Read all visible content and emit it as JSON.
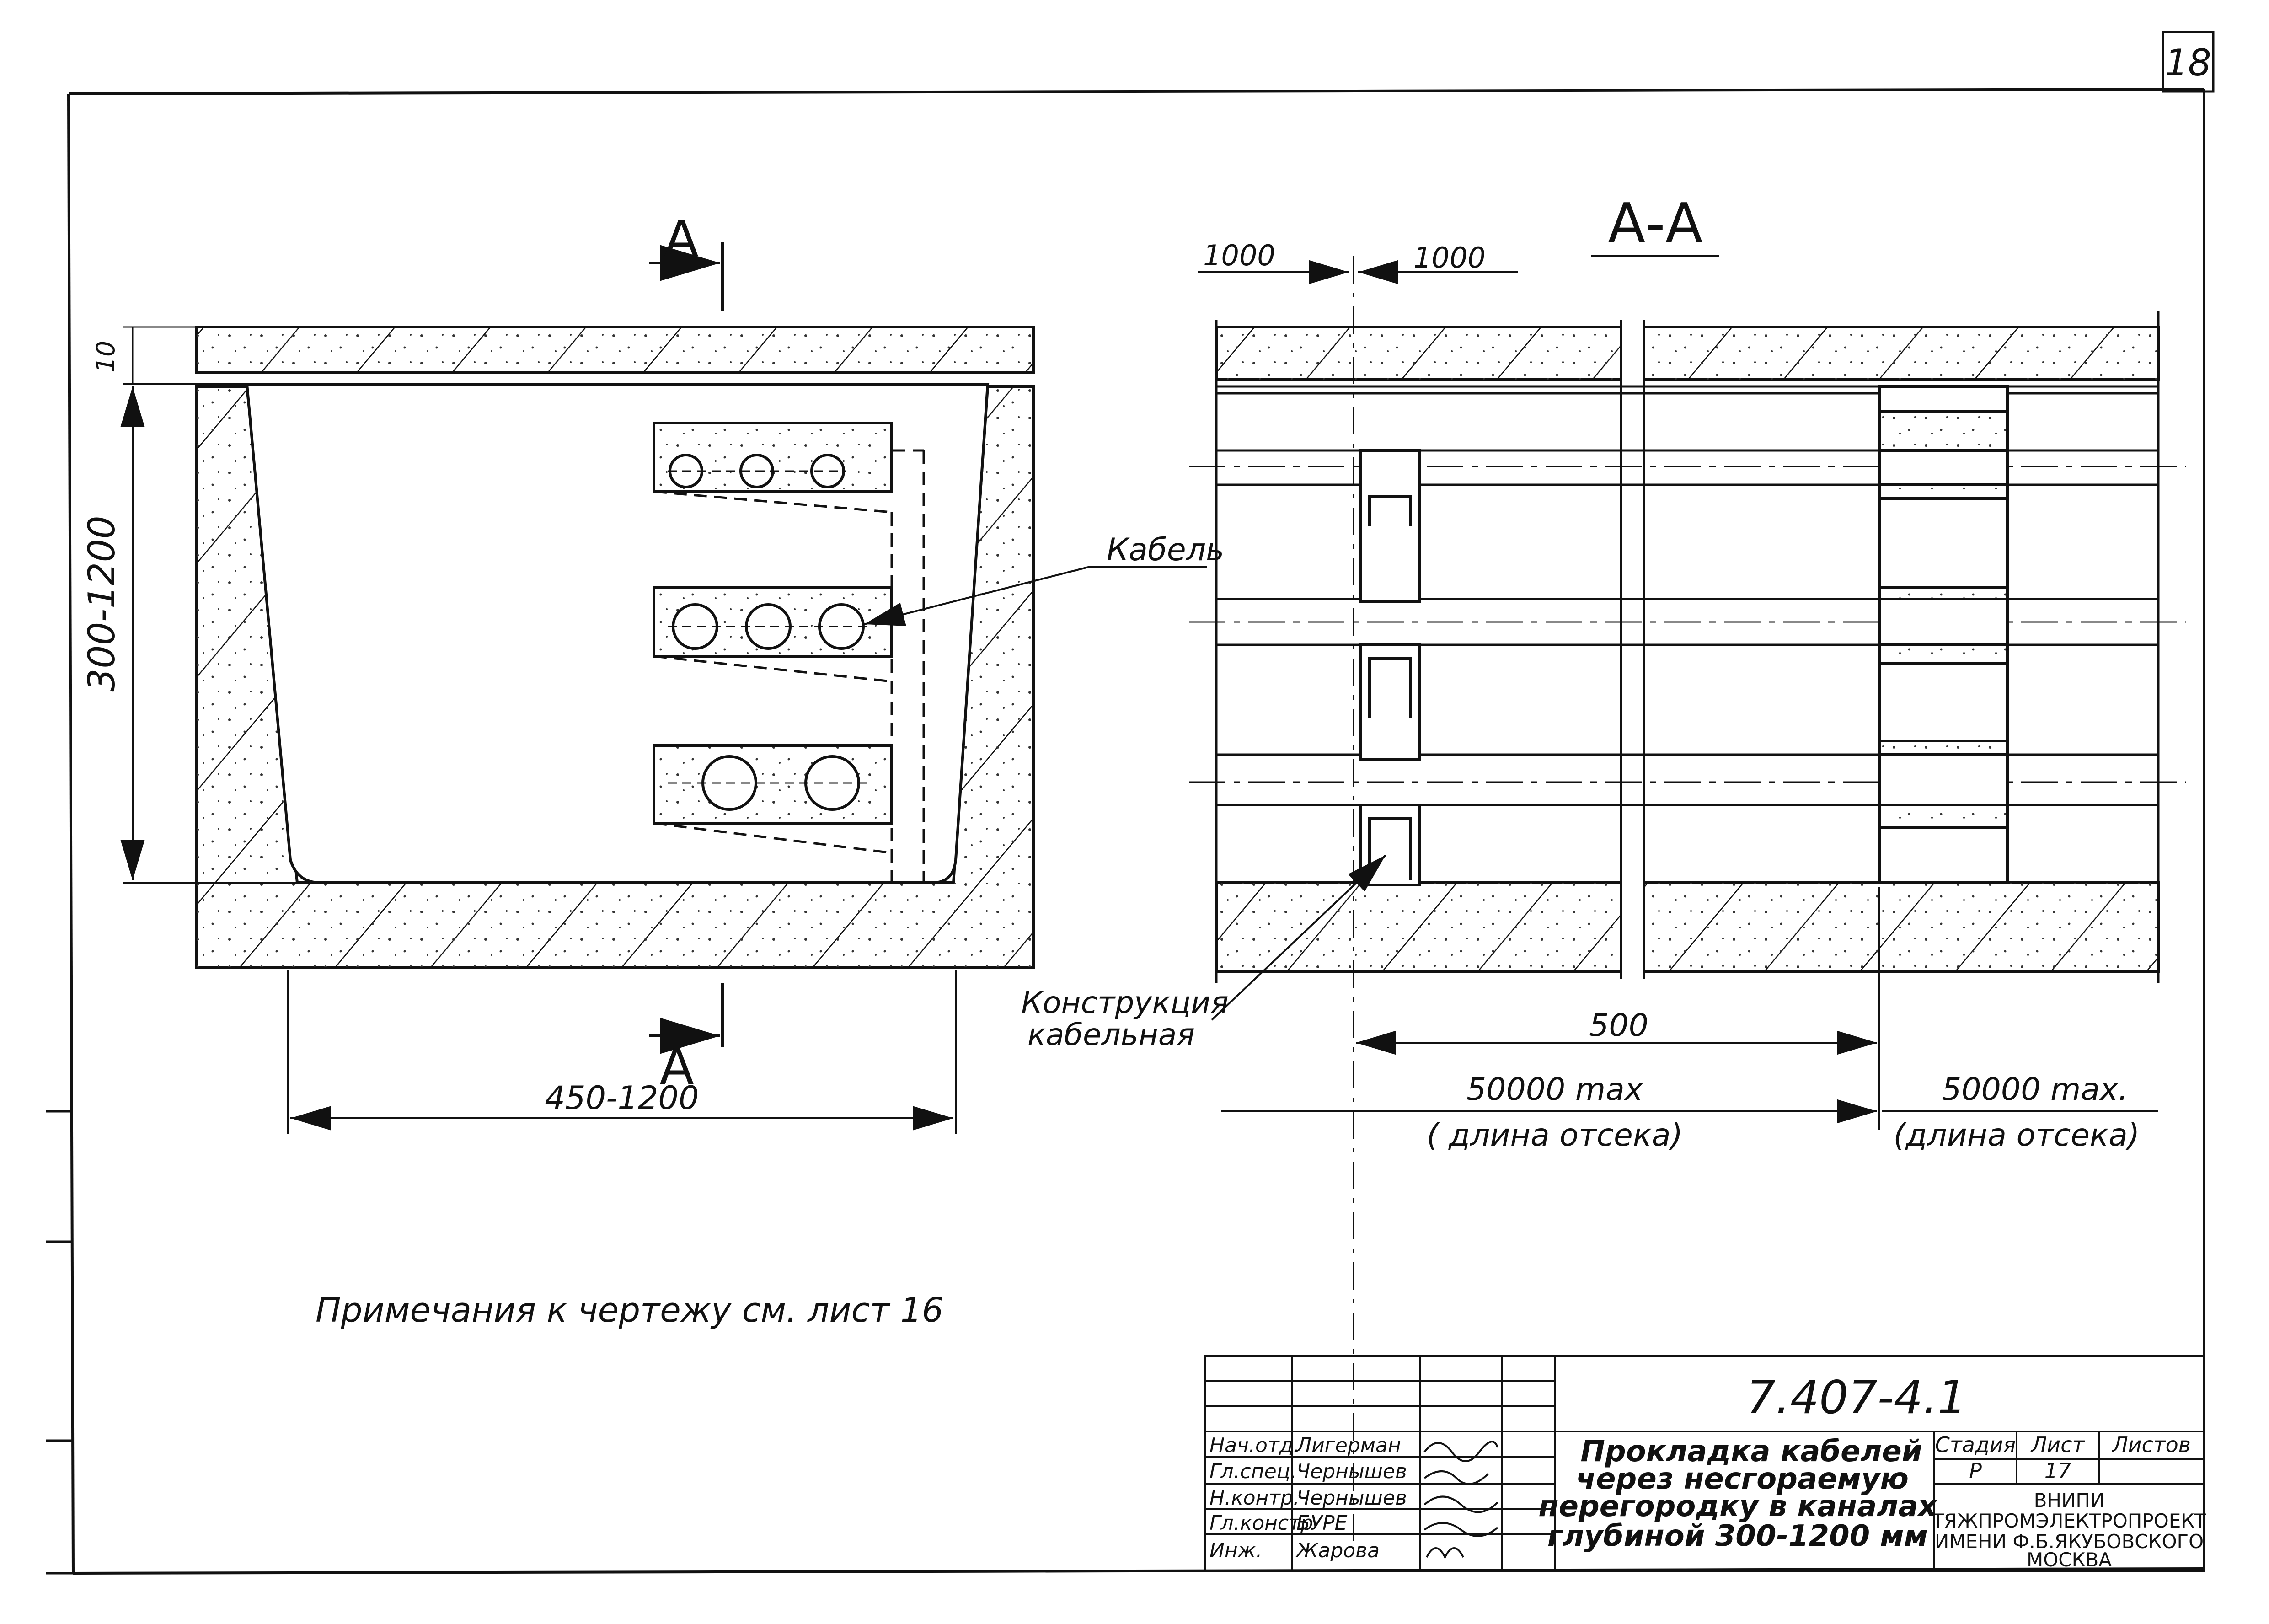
{
  "sheet": {
    "page_number": "18",
    "note": "Примечания к чертежу см. лист 16"
  },
  "section_left": {
    "section_mark_top": "А",
    "section_mark_bottom": "А",
    "dim_top_gap": "10",
    "dim_height": "300-1200",
    "dim_width": "450-1200",
    "label_cable": "Кабель",
    "label_construction_line1": "Конструкция",
    "label_construction_line2": "кабельная"
  },
  "section_right": {
    "title": "А-А",
    "dim_left_1000": "1000",
    "dim_right_1000": "1000",
    "dim_500": "500",
    "dim_length_1": "50000 max",
    "dim_length_2": "50000 max.",
    "length_caption_1": "( длина отсека)",
    "length_caption_2": "(длина отсека)"
  },
  "title_block": {
    "doc_code": "7.407-4.1",
    "title_lines": [
      "Прокладка кабелей",
      "через несгораемую",
      "перегородку в каналах",
      "глубиной 300-1200 мм"
    ],
    "staff": [
      {
        "role": "Нач.отд.",
        "name": "Лигерман"
      },
      {
        "role": "Гл.спец.",
        "name": "Чернышев"
      },
      {
        "role": "Н.контр.",
        "name": "Чернышев"
      },
      {
        "role": "Гл.констр",
        "name": "БУРЕ"
      },
      {
        "role": "Инж.",
        "name": "Жарова"
      }
    ],
    "col_stage": "Стадия",
    "col_sheet": "Лист",
    "col_sheets": "Листов",
    "stage": "Р",
    "sheet": "17",
    "org_lines": [
      "ВНИПИ",
      "ТЯЖПРОМЭЛЕКТРОПРОЕКТ",
      "ИМЕНИ Ф.Б.ЯКУБОВСКОГО",
      "МОСКВА"
    ]
  }
}
